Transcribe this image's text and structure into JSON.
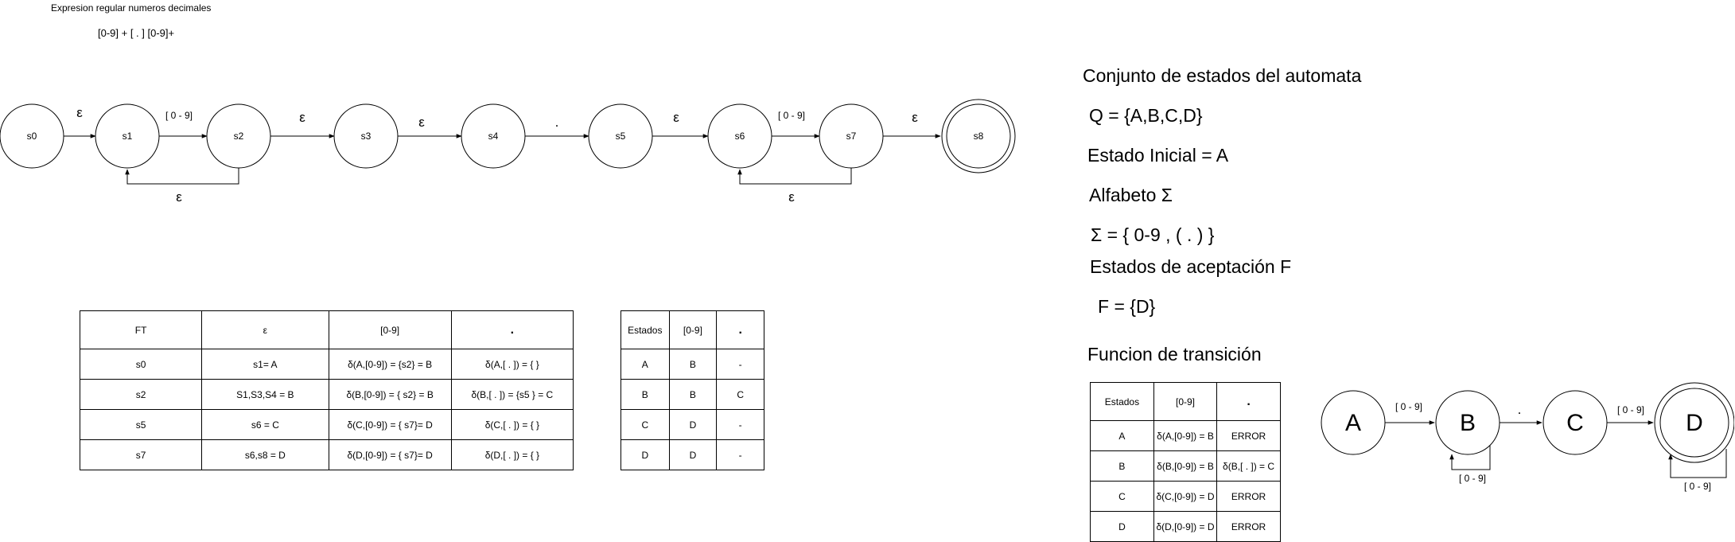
{
  "header": {
    "title": "Expresion regular numeros decimales",
    "expression": "[0-9] + [ . ]  [0-9]+"
  },
  "nfa": {
    "states": [
      "s0",
      "s1",
      "s2",
      "s3",
      "s4",
      "s5",
      "s6",
      "s7",
      "s8"
    ],
    "accepting": "s8",
    "edge_labels": [
      "ε",
      "[ 0 - 9]",
      "ε",
      "ε",
      ".",
      "ε",
      "[ 0 - 9]",
      "ε"
    ],
    "loop_labels": [
      "ε",
      "ε"
    ]
  },
  "ft_table": {
    "headers": [
      "FT",
      "ε",
      "[0-9]",
      "."
    ],
    "rows": [
      [
        "s0",
        "s1= A",
        "δ(A,[0-9]) = {s2} = B",
        "δ(A,[ . ]) = { }"
      ],
      [
        "s2",
        "S1,S3,S4 = B",
        "δ(B,[0-9]) = { s2} = B",
        "δ(B,[ . ]) = {s5 } = C"
      ],
      [
        "s5",
        "s6 = C",
        "δ(C,[0-9]) = { s7}= D",
        "δ(C,[ . ]) = { }"
      ],
      [
        "s7",
        "s6,s8 = D",
        "δ(D,[0-9]) = { s7}= D",
        "δ(D,[ . ]) = { }"
      ]
    ]
  },
  "state_table": {
    "headers": [
      "Estados",
      "[0-9]",
      "."
    ],
    "rows": [
      [
        "A",
        "B",
        "-"
      ],
      [
        "B",
        "B",
        "C"
      ],
      [
        "C",
        "D",
        "-"
      ],
      [
        "D",
        "D",
        "-"
      ]
    ]
  },
  "automaton_info": {
    "title": "Conjunto de estados del automata",
    "states_set": "Q = {A,B,C,D}",
    "initial_state": "Estado Inicial = A",
    "alphabet_title": "Alfabeto Σ",
    "alphabet": "Σ = { 0-9 , ( . ) }",
    "accepting_title": "Estados de aceptación F",
    "accepting": "F = {D}",
    "transition_title": "Funcion de transición"
  },
  "transition_table": {
    "headers": [
      "Estados",
      "[0-9]",
      "."
    ],
    "rows": [
      [
        "A",
        "δ(A,[0-9]) = B",
        "ERROR"
      ],
      [
        "B",
        "δ(B,[0-9]) = B",
        "δ(B,[ . ]) = C"
      ],
      [
        "C",
        "δ(C,[0-9]) = D",
        "ERROR"
      ],
      [
        "D",
        "δ(D,[0-9]) = D",
        "ERROR"
      ]
    ]
  },
  "dfa": {
    "states": [
      "A",
      "B",
      "C",
      "D"
    ],
    "accepting": "D",
    "edge_labels": [
      "[ 0 - 9]",
      ".",
      "[ 0 - 9]"
    ],
    "loop_labels": [
      "[ 0 - 9]",
      "[ 0 - 9]"
    ]
  }
}
